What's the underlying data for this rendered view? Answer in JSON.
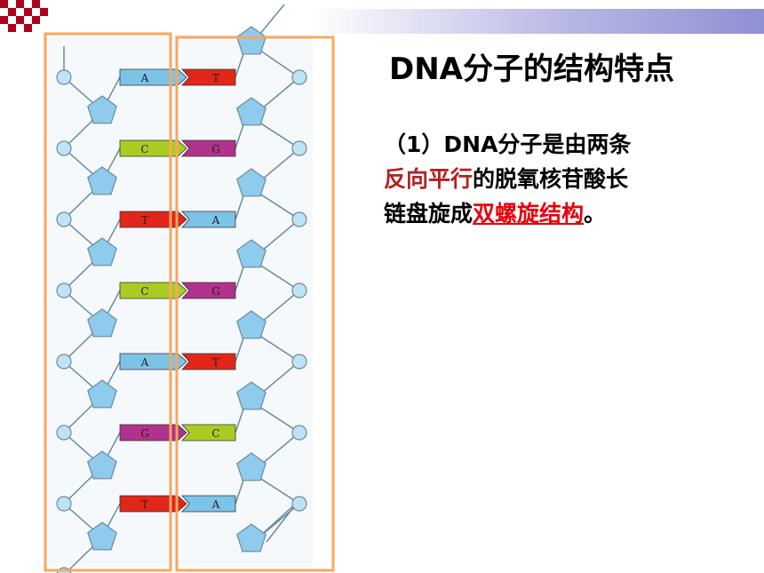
{
  "slide": {
    "title": "DNA分子的结构特点",
    "point": {
      "line1": "（1）DNA分子是由两条",
      "highlight1": "反向平行",
      "line2_rest": "的脱氧核苷酸长",
      "line3_start": "链盘旋成",
      "highlight2": "双螺旋结构",
      "end": "。"
    }
  },
  "diagram": {
    "left_bases": [
      "A",
      "C",
      "T",
      "C",
      "A",
      "G",
      "T"
    ],
    "right_bases": [
      "T",
      "G",
      "A",
      "G",
      "T",
      "C",
      "A"
    ]
  },
  "colors": {
    "A": "#7cc3e8",
    "T": "#e3261a",
    "C": "#aacc22",
    "G": "#b0328c",
    "sugar": "#8fcbec",
    "phosphate": "#bfe3f4",
    "frame": "#f5a860",
    "title_red": "#b22222",
    "highlight_red": "#e8000a"
  }
}
